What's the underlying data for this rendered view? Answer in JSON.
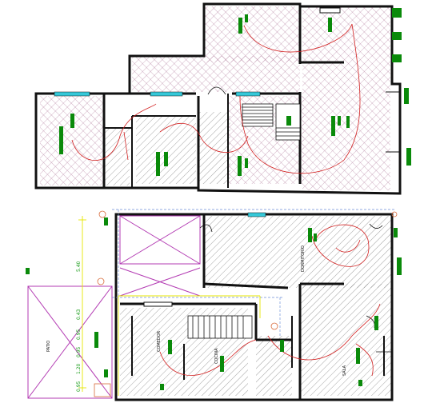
{
  "colors": {
    "wall": "#111111",
    "hatch": "#555555",
    "crosshatch": "#b07a9a",
    "wiring": "#d22020",
    "fixture": "#0a8a0a",
    "window": "#35c8d8",
    "dimension": "#e6e600",
    "grid": "#6d8fd8",
    "patio_lines": "#b33bb3",
    "dim_text": "#1a9c1a"
  },
  "labels": {
    "patio": "PATIO",
    "comedor": "COMEDOR",
    "cocina": "COCINA",
    "sala": "SALA",
    "dormitorio": "DORMITORIO"
  },
  "dimensions": {
    "main": "5.40",
    "d1": "0.43",
    "d2": "0.95",
    "d3": "0.95",
    "d4": "1.20",
    "d5": "0.95"
  },
  "icons": [
    "outlet-icon",
    "light-fixture-icon",
    "switch-icon"
  ]
}
